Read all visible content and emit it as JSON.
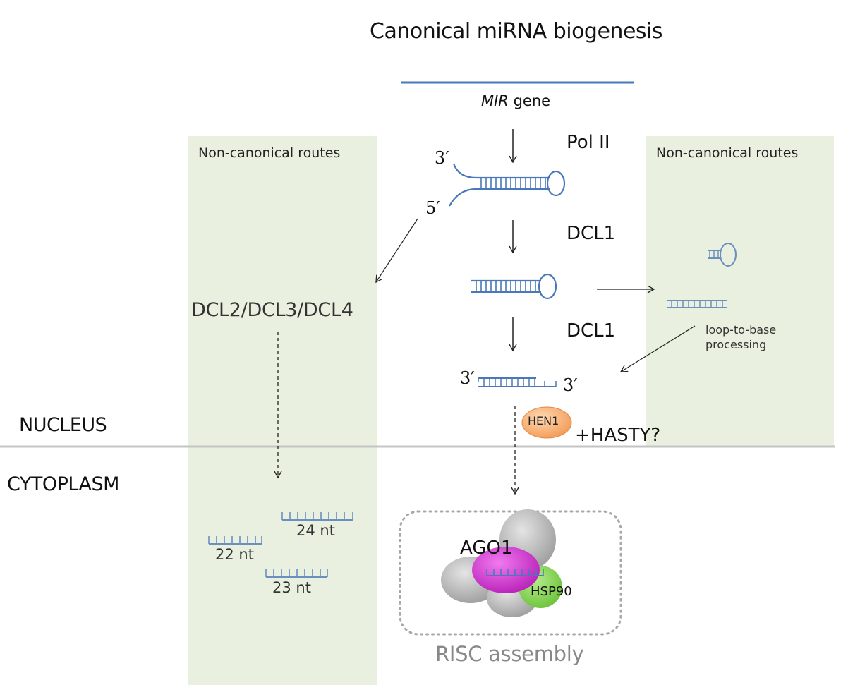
{
  "title": "Canonical miRNA biogenesis",
  "gene": {
    "italic": "MIR",
    "suffix": " gene"
  },
  "enzymes": {
    "pol2": "Pol II",
    "dcl1_first": "DCL1",
    "dcl1_second": "DCL1"
  },
  "noncanonical": {
    "left_label": "Non-canonical routes",
    "right_label": "Non-canonical routes",
    "dcl_label": "DCL2/DCL3/DCL4",
    "loop_label": "loop-to-base processing"
  },
  "ends": {
    "three_prime": "3′",
    "five_prime": "5′"
  },
  "small_rnas": [
    "22 nt",
    "24 nt",
    "23 nt"
  ],
  "compartments": {
    "nucleus": "NUCLEUS",
    "cytoplasm": "CYTOPLASM"
  },
  "factors": {
    "hen1": "HEN1",
    "hasty": "+HASTY?",
    "ago1": "AGO1",
    "hsp90": "HSP90"
  },
  "risc_label": "RISC assembly",
  "colors": {
    "panel_fill": "#e9f0df",
    "rna_blue": "#4a78b8",
    "hen1_fill": "#f5b27a",
    "ago1_fill": "#d63bd6",
    "hsp90_fill": "#8ed35c",
    "protein_grey": "#b8b8b8",
    "divider": "#c4c4c4"
  }
}
